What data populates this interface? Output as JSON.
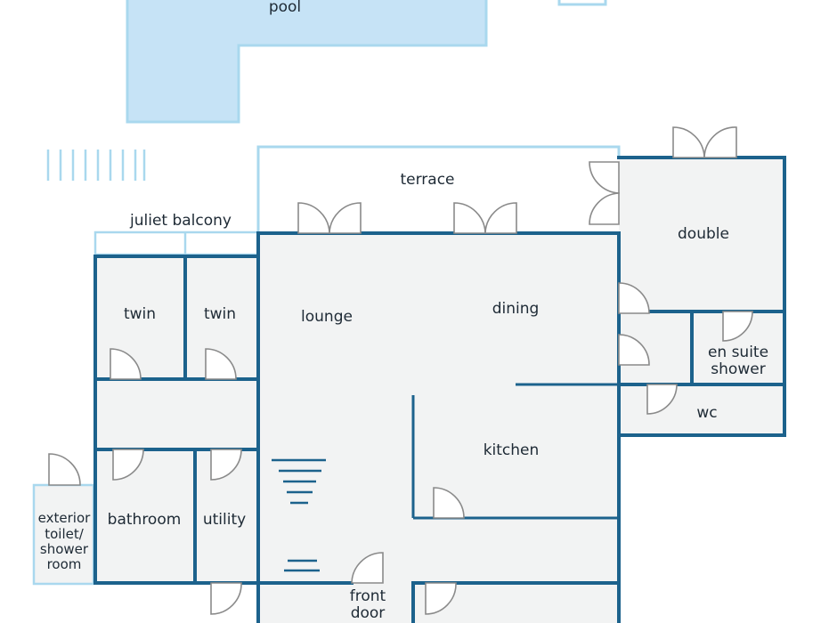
{
  "labels": {
    "pool": "pool",
    "terrace": "terrace",
    "juliet_balcony": "juliet balcony",
    "double": "double",
    "twin_1": "twin",
    "twin_2": "twin",
    "lounge": "lounge",
    "dining": "dining",
    "en_suite_line1": "en suite",
    "en_suite_line2": "shower",
    "wc": "wc",
    "kitchen": "kitchen",
    "bathroom": "bathroom",
    "utility": "utility",
    "exterior_line1": "exterior",
    "exterior_line2": "toilet/",
    "exterior_line3": "shower",
    "exterior_line4": "room",
    "front_door_line1": "front",
    "front_door_line2": "door"
  },
  "colors": {
    "wall": "#1c628c",
    "floor": "#f2f3f3",
    "pool_fill": "#c6e3f6",
    "pool_stroke": "#a9d8ee",
    "door_arc": "#8a8a8a",
    "text": "#1e2a35"
  }
}
